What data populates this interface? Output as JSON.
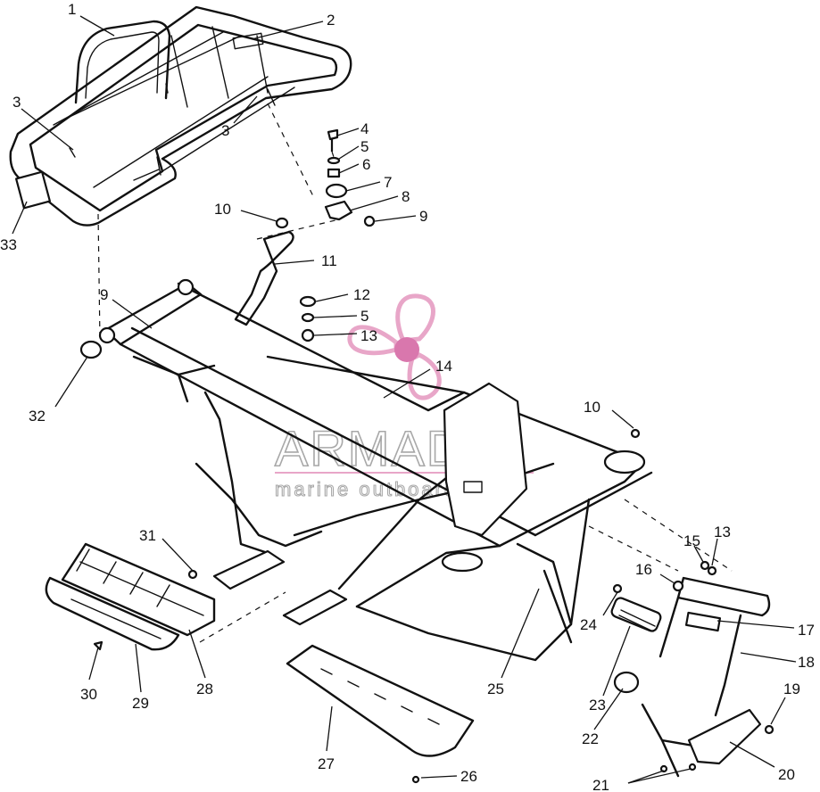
{
  "watermark": {
    "brand": "ARMADA",
    "tagline": "marine outboards",
    "logo_color": "#e8a6c8",
    "logo_accent": "#d977ad",
    "text_color": "#a8a8a8"
  },
  "callouts": [
    {
      "id": "c1",
      "text": "1"
    },
    {
      "id": "c2",
      "text": "2"
    },
    {
      "id": "c3a",
      "text": "3"
    },
    {
      "id": "c3b",
      "text": "3"
    },
    {
      "id": "c4",
      "text": "4"
    },
    {
      "id": "c5a",
      "text": "5"
    },
    {
      "id": "c6",
      "text": "6"
    },
    {
      "id": "c7",
      "text": "7"
    },
    {
      "id": "c8",
      "text": "8"
    },
    {
      "id": "c9a",
      "text": "9"
    },
    {
      "id": "c33",
      "text": "33"
    },
    {
      "id": "c10a",
      "text": "10"
    },
    {
      "id": "c11",
      "text": "11"
    },
    {
      "id": "c9b",
      "text": "9"
    },
    {
      "id": "c12",
      "text": "12"
    },
    {
      "id": "c5b",
      "text": "5"
    },
    {
      "id": "c13a",
      "text": "13"
    },
    {
      "id": "c14",
      "text": "14"
    },
    {
      "id": "c32",
      "text": "32"
    },
    {
      "id": "c10b",
      "text": "10"
    },
    {
      "id": "c15",
      "text": "15"
    },
    {
      "id": "c13b",
      "text": "13"
    },
    {
      "id": "c16",
      "text": "16"
    },
    {
      "id": "c31",
      "text": "31"
    },
    {
      "id": "c24",
      "text": "24"
    },
    {
      "id": "c17",
      "text": "17"
    },
    {
      "id": "c18",
      "text": "18"
    },
    {
      "id": "c23",
      "text": "23"
    },
    {
      "id": "c25",
      "text": "25"
    },
    {
      "id": "c19",
      "text": "19"
    },
    {
      "id": "c28",
      "text": "28"
    },
    {
      "id": "c30",
      "text": "30"
    },
    {
      "id": "c29",
      "text": "29"
    },
    {
      "id": "c22",
      "text": "22"
    },
    {
      "id": "c27",
      "text": "27"
    },
    {
      "id": "c20",
      "text": "20"
    },
    {
      "id": "c26",
      "text": "26"
    },
    {
      "id": "c21",
      "text": "21"
    }
  ]
}
